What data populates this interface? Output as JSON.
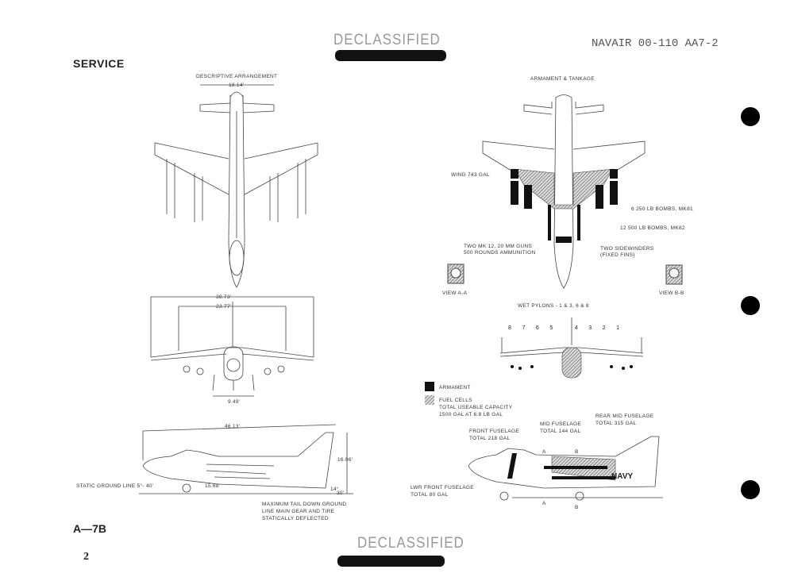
{
  "header": {
    "stamp_top": "DECLASSIFIED",
    "doc_number": "NAVAIR 00-110 AA7-2",
    "section": "SERVICE"
  },
  "left": {
    "title": "DESCRIPTIVE ARRANGEMENT",
    "dim_span_top": "18.14'",
    "dim_wingspan": "38.73'",
    "dim_folded": "23.77'",
    "dim_track": "9.49'",
    "dim_length": "46.13'",
    "dim_height": "16.06'",
    "dim_wheelbase": "15.68'",
    "static_ground_line": "STATIC GROUND LINE 5°- 40'",
    "tail_angle": "14°",
    "tail_clear": "30'",
    "tail_note": [
      "MAXIMUM TAIL DOWN GROUND",
      "LINE MAIN GEAR AND TIRE",
      "STATICALLY DEFLECTED"
    ]
  },
  "right": {
    "title": "ARMAMENT & TANKAGE",
    "wing_fuel": "WING 743 GAL",
    "bombs_mk81": "6 250 LB BOMBS, MK81",
    "bombs_mk82": "12 500 LB BOMBS, MK82",
    "guns": [
      "TWO MK 12, 20 MM GUNS",
      "500 ROUNDS AMMUNITION"
    ],
    "sidewinders": [
      "TWO SIDEWINDERS",
      "(FIXED FINS)"
    ],
    "view_aa": "VIEW A-A",
    "view_bb": "VIEW B-B",
    "wet_pylons": "WET PYLONS - 1 & 3, 6 & 8",
    "pylon_numbers": [
      "8",
      "7",
      "6",
      "5",
      "4",
      "3",
      "2",
      "1"
    ],
    "legend_armament": "ARMAMENT",
    "legend_fuel": [
      "FUEL CELLS",
      "TOTAL USEABLE CAPACITY",
      "1500 GAL AT 6.8 LB GAL"
    ],
    "front_fuselage": [
      "FRONT FUSELAGE",
      "TOTAL 218 GAL"
    ],
    "mid_fuselage": [
      "MID FUSELAGE",
      "TOTAL 144 GAL"
    ],
    "rear_mid_fuselage": [
      "REAR MID FUSELAGE",
      "TOTAL 315 GAL"
    ],
    "lwr_front_fuselage": [
      "LWR FRONT FUSELAGE",
      "TOTAL 80 GAL"
    ],
    "section_a": "A",
    "section_b": "B",
    "navy_marking": "NAVY"
  },
  "footer": {
    "model": "A—7B",
    "page_number": "2",
    "stamp_bottom": "DECLASSIFIED"
  }
}
